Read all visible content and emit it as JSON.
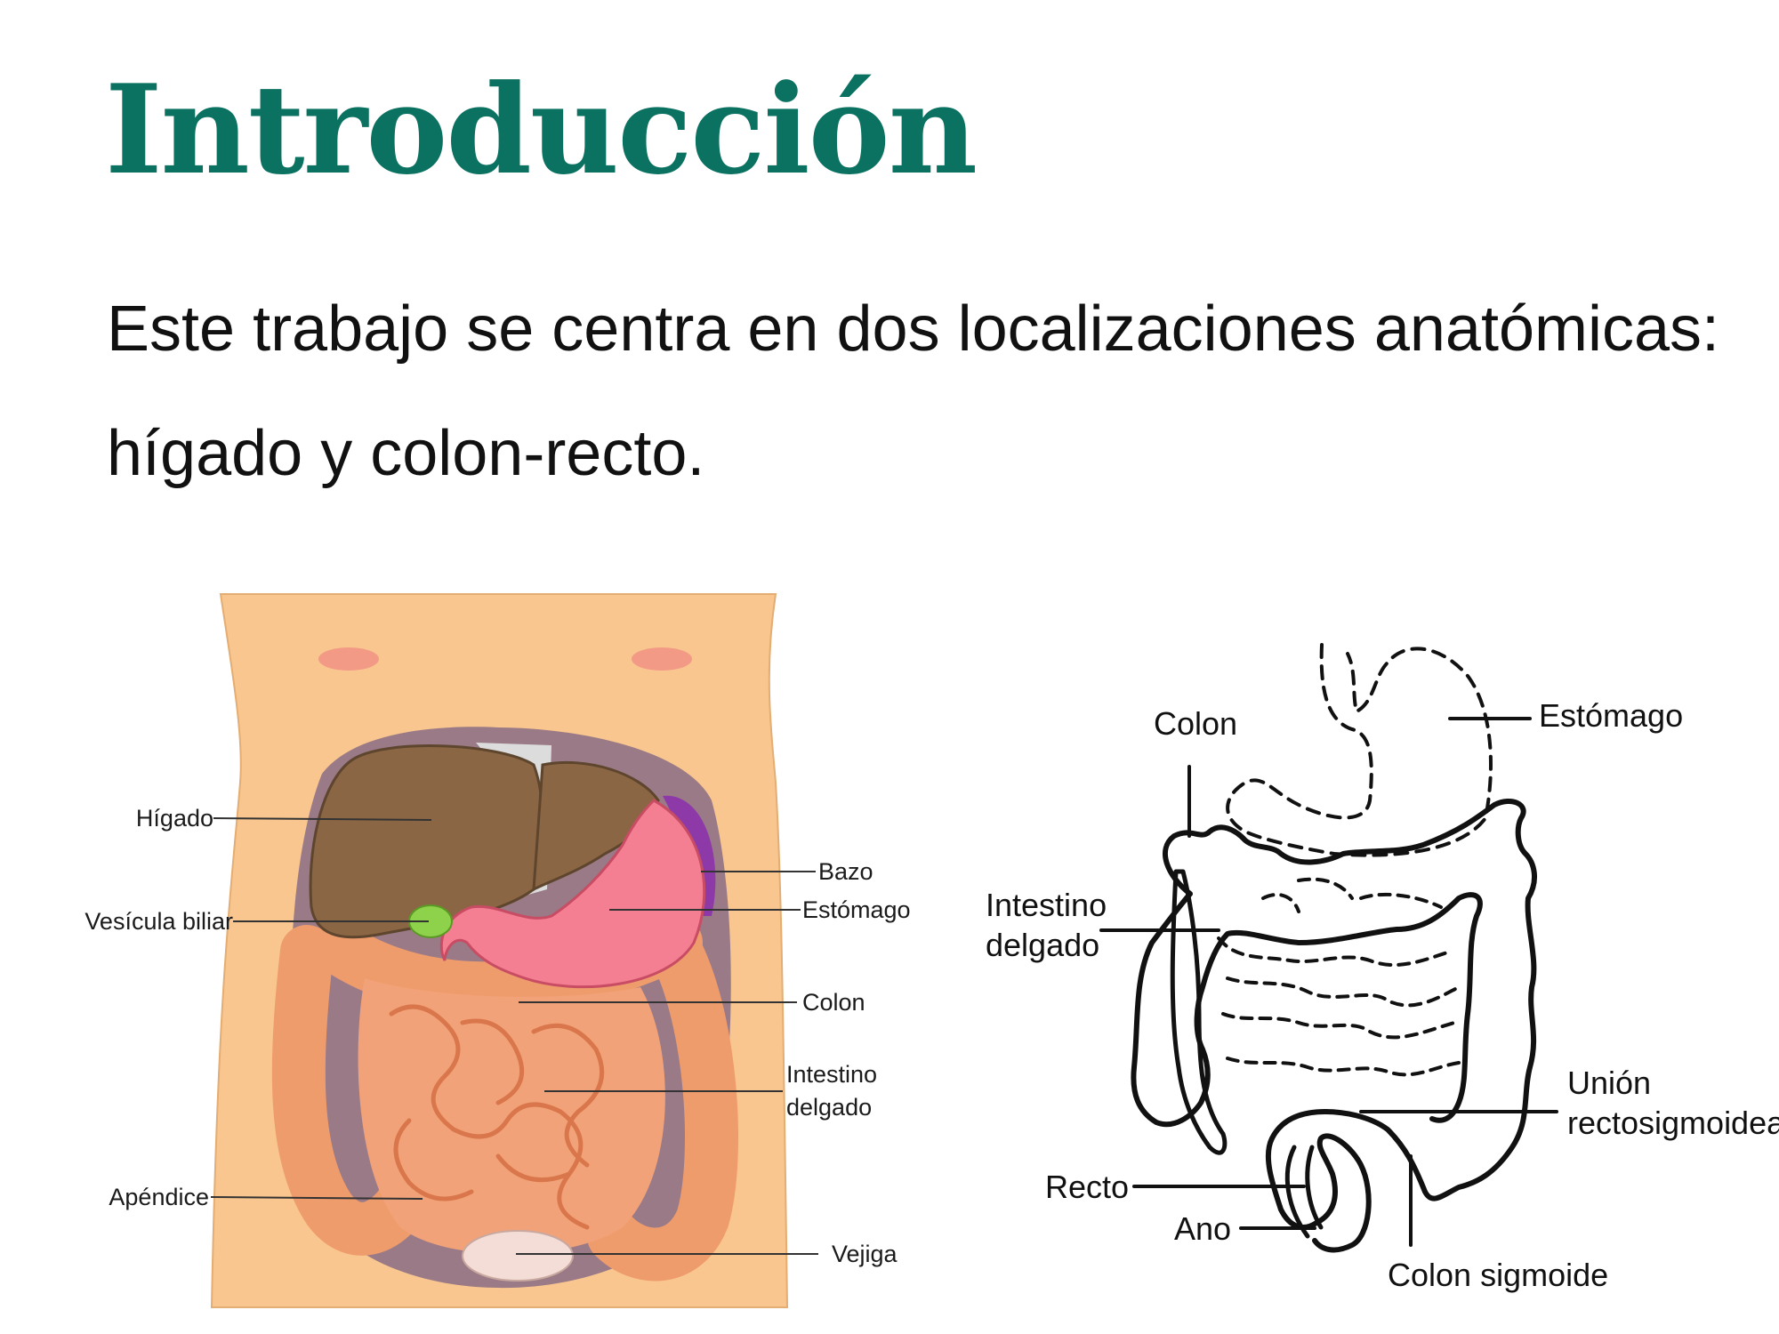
{
  "slide": {
    "title": "Introducción",
    "body_lines": [
      "Este trabajo se centra en dos localizaciones anatómicas:",
      "hígado y colon-recto."
    ]
  },
  "figure_left": {
    "labels": {
      "liver": "Hígado",
      "gallbladder": "Vesícula biliar",
      "appendix": "Apéndice",
      "spleen": "Bazo",
      "stomach": "Estómago",
      "colon": "Colon",
      "small_intestine_1": "Intestino",
      "small_intestine_2": "delgado",
      "bladder": "Vejiga"
    },
    "colors": {
      "skin": "#f8c68e",
      "liver": "#8b6644",
      "stomach": "#f47e92",
      "spleen": "#8d3aa8",
      "gallbladder": "#8ed14b",
      "intestine": "#f2a278"
    }
  },
  "figure_right": {
    "labels": {
      "colon": "Colon",
      "stomach": "Estómago",
      "small_intestine_1": "Intestino",
      "small_intestine_2": "delgado",
      "rectosigmoid_1": "Unión",
      "rectosigmoid_2": "rectosigmoidea",
      "rectum": "Recto",
      "anus": "Ano",
      "sigmoid_colon": "Colon sigmoide"
    }
  }
}
